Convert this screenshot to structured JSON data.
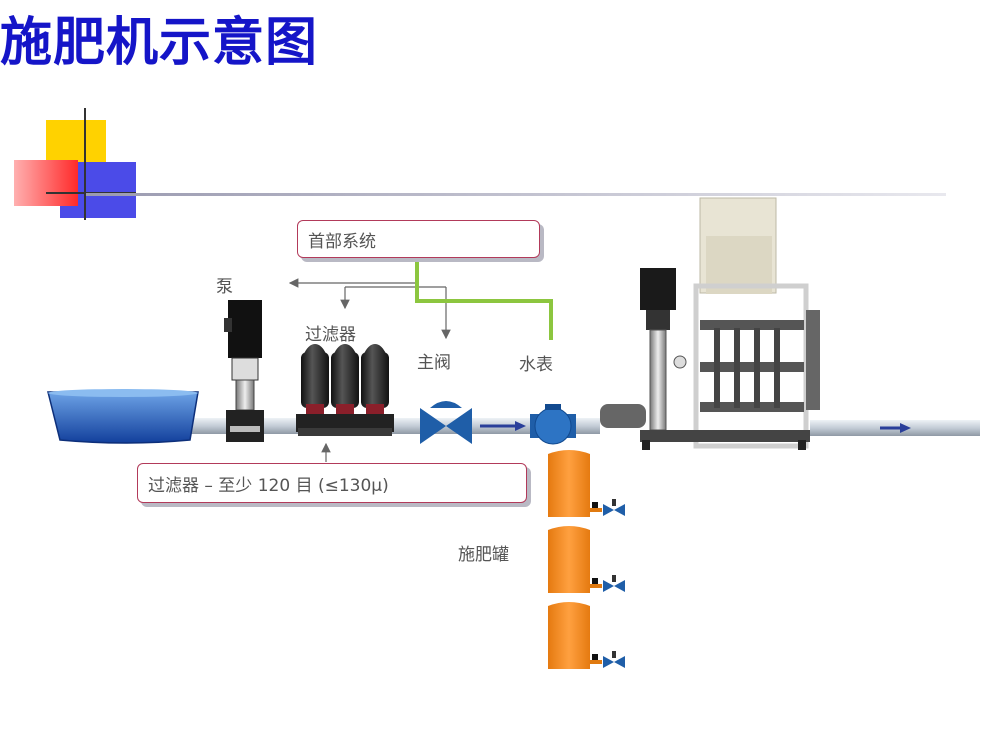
{
  "title": "施肥机示意图",
  "callouts": {
    "head_system": "首部系统",
    "filter_note": "过滤器 – 至少 120 目 (≤130μ)"
  },
  "labels": {
    "pump": "泵",
    "filter": "过滤器",
    "main_valve": "主阀",
    "water_meter": "水表",
    "fertilizer_tank": "施肥罐"
  },
  "colors": {
    "title": "#1515c8",
    "pipe": "#c9d1da",
    "tank": "#f28c1e",
    "callout_border": "#b23a5a",
    "highlight_line": "#8cc63f",
    "valve": "#1f5ea8"
  }
}
